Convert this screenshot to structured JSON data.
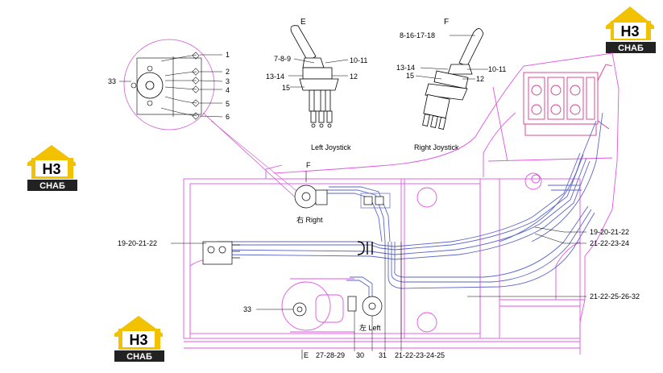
{
  "brand": {
    "logo_text": "H3",
    "logo_sub": "CHAБ",
    "accent": "#f2c200",
    "dark": "#222222"
  },
  "colors": {
    "frame": "#e055e0",
    "hoses": "#5b66c8",
    "ink": "#000000",
    "valve_red": "#d43a8a"
  },
  "detail": {
    "labels": [
      "1",
      "2",
      "3",
      "4",
      "5",
      "6"
    ],
    "left_label": "33"
  },
  "joystick_left": {
    "view": "E",
    "caption": "Left Joystick",
    "labels": {
      "a": "7-8-9",
      "b": "10-11",
      "c": "13-14",
      "d": "12",
      "e": "15"
    }
  },
  "joystick_right": {
    "view": "F",
    "caption": "Right Joystick",
    "labels": {
      "top": "8-16-17-18",
      "c": "13-14",
      "b": "10-11",
      "e": "15",
      "d": "12"
    }
  },
  "plan": {
    "view_f": "F",
    "view_e": "E",
    "right_unit": "右 Right",
    "left_unit": "左 Left",
    "callouts": {
      "left_harness": "19-20-21-22",
      "right_upper_1": "19-20-21-22",
      "right_upper_2": "21-22-23-24",
      "right_lower": "21-22-25-26-32",
      "bottom_33": "33",
      "bottom_1": "27-28-29",
      "bottom_2": "30",
      "bottom_3": "31",
      "bottom_4": "21-22-23-24-25"
    }
  }
}
